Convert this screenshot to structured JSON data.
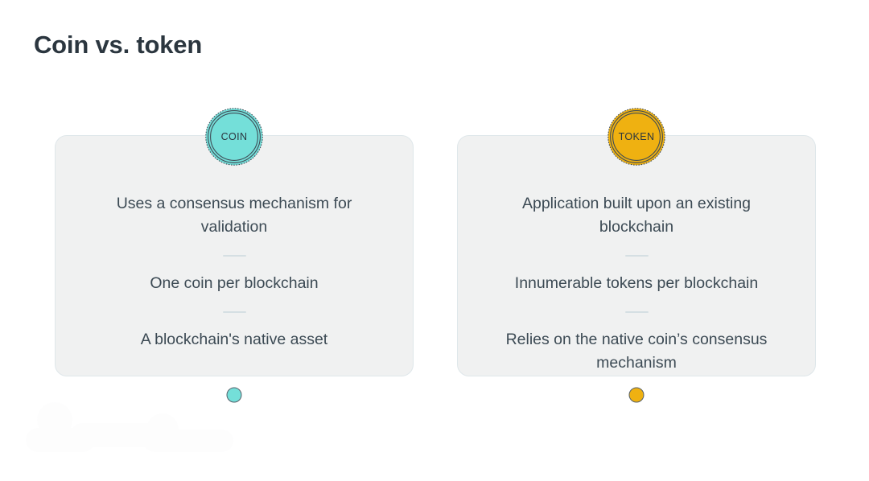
{
  "page": {
    "title": "Coin vs. token",
    "background_color": "#ffffff",
    "title_color": "#2b363f"
  },
  "colors": {
    "coin_fill": "#74dfd9",
    "coin_edge": "#3f4b55",
    "token_fill": "#efb111",
    "token_edge": "#3f4b55",
    "card_fill": "#f0f1f1",
    "card_border": "#dfe7ea",
    "divider": "#d5dfe3",
    "body_text": "#3c4a54"
  },
  "columns": [
    {
      "id": "coin",
      "badge_label": "COIN",
      "badge_icon": "coin-medallion-icon",
      "dot_icon": "coin-dot-icon",
      "facts": [
        "Uses a consensus mechanism for validation",
        "One coin per blockchain",
        "A blockchain's native asset"
      ]
    },
    {
      "id": "token",
      "badge_label": "TOKEN",
      "badge_icon": "token-medallion-icon",
      "dot_icon": "token-dot-icon",
      "facts": [
        "Application built upon an existing blockchain",
        "Innumerable tokens per blockchain",
        "Relies on the native coin’s consensus mechanism"
      ]
    }
  ],
  "watermark": {
    "description": "faint-logo-watermark"
  }
}
